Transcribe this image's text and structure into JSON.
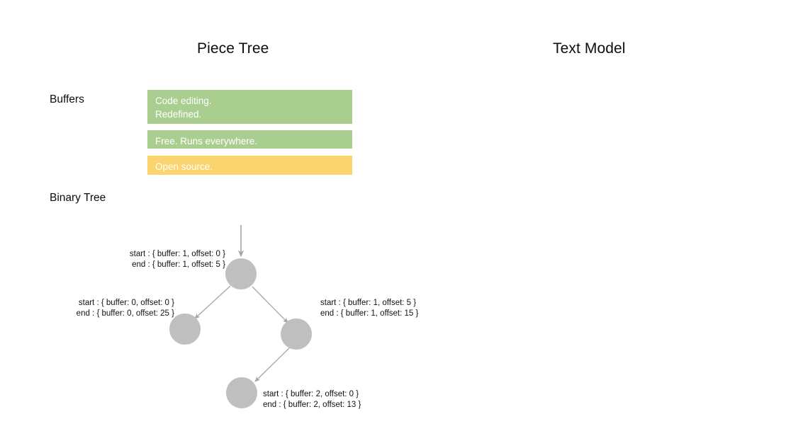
{
  "headings": {
    "piece_tree": "Piece Tree",
    "text_model": "Text Model"
  },
  "sections": {
    "buffers_label": "Buffers",
    "binary_tree_label": "Binary Tree"
  },
  "buffers": [
    {
      "index": 0,
      "color": "#a9ce8f",
      "lines": [
        "Code editing.",
        "Redefined."
      ]
    },
    {
      "index": 1,
      "color": "#a9ce8f",
      "lines": [
        "Free. Runs everywhere."
      ]
    },
    {
      "index": 2,
      "color": "#fad46e",
      "lines": [
        "Open source."
      ]
    }
  ],
  "binary_tree": {
    "node_color": "#bfbfbf",
    "edge_color": "#a6a6a6",
    "nodes": [
      {
        "id": "root",
        "start": "start : { buffer: 1, offset: 0 }",
        "end": "end : { buffer: 1, offset: 5 }"
      },
      {
        "id": "left",
        "start": "start : { buffer: 0, offset: 0 }",
        "end": "end : { buffer: 0, offset: 25 }"
      },
      {
        "id": "right",
        "start": "start : { buffer: 1, offset: 5 }",
        "end": "end : { buffer: 1, offset: 15 }"
      },
      {
        "id": "right-left",
        "start": "start : { buffer: 2, offset: 0 }",
        "end": "end : { buffer: 2, offset: 13 }"
      }
    ]
  }
}
